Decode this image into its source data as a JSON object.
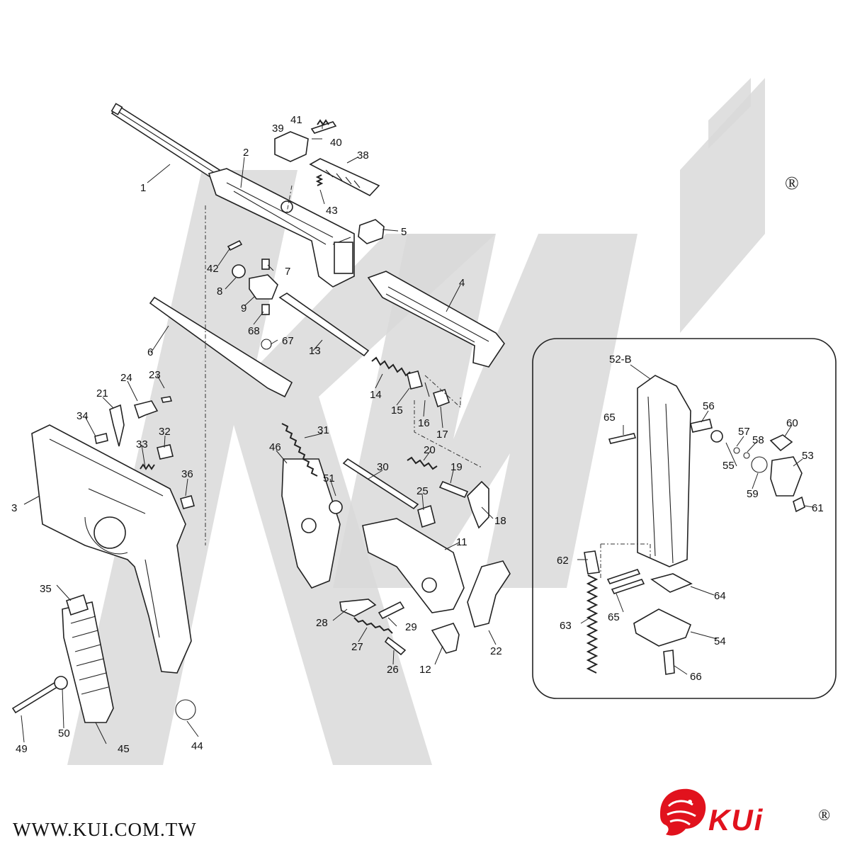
{
  "watermark": {
    "text": "KUi",
    "color": "#d9d9d9"
  },
  "registered_mark": "®",
  "footer": {
    "url": "WWW.KUI.COM.TW",
    "brand_name": "KUi",
    "brand_reg": "®",
    "brand_color": "#e1121d",
    "logo_icon": "lion-head-icon"
  },
  "magazine_inset": {
    "labels": [
      "52-B",
      "65",
      "56",
      "57",
      "58",
      "60",
      "55",
      "53",
      "59",
      "61",
      "62",
      "64",
      "65",
      "63",
      "54",
      "66"
    ]
  },
  "main_labels": [
    "1",
    "2",
    "39",
    "41",
    "40",
    "38",
    "43",
    "5",
    "42",
    "7",
    "8",
    "9",
    "68",
    "4",
    "67",
    "6",
    "13",
    "14",
    "15",
    "16",
    "17",
    "24",
    "23",
    "21",
    "34",
    "32",
    "33",
    "3",
    "36",
    "35",
    "31",
    "46",
    "51",
    "30",
    "20",
    "19",
    "25",
    "18",
    "11",
    "28",
    "29",
    "27",
    "26",
    "12",
    "22",
    "45",
    "44",
    "49",
    "50"
  ]
}
